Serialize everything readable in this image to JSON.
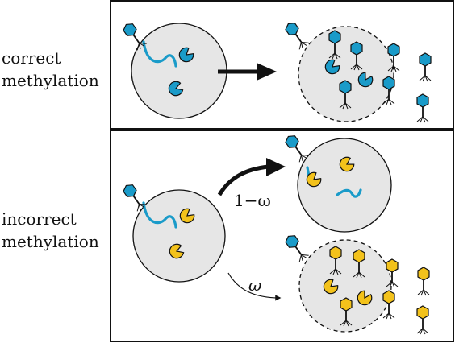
{
  "rows": [
    {
      "id": "correct",
      "label_lines": [
        "correct",
        "methylation"
      ]
    },
    {
      "id": "incorrect",
      "label_lines": [
        "incorrect",
        "methylation"
      ]
    }
  ],
  "edge_labels": {
    "survive_prob": "1−ω",
    "burst_prob": "ω"
  },
  "colors": {
    "correct_phage": "#1a9bc9",
    "incorrect_phage": "#f3c21b",
    "cell_fill": "#e6e6e6",
    "outline": "#111111"
  }
}
